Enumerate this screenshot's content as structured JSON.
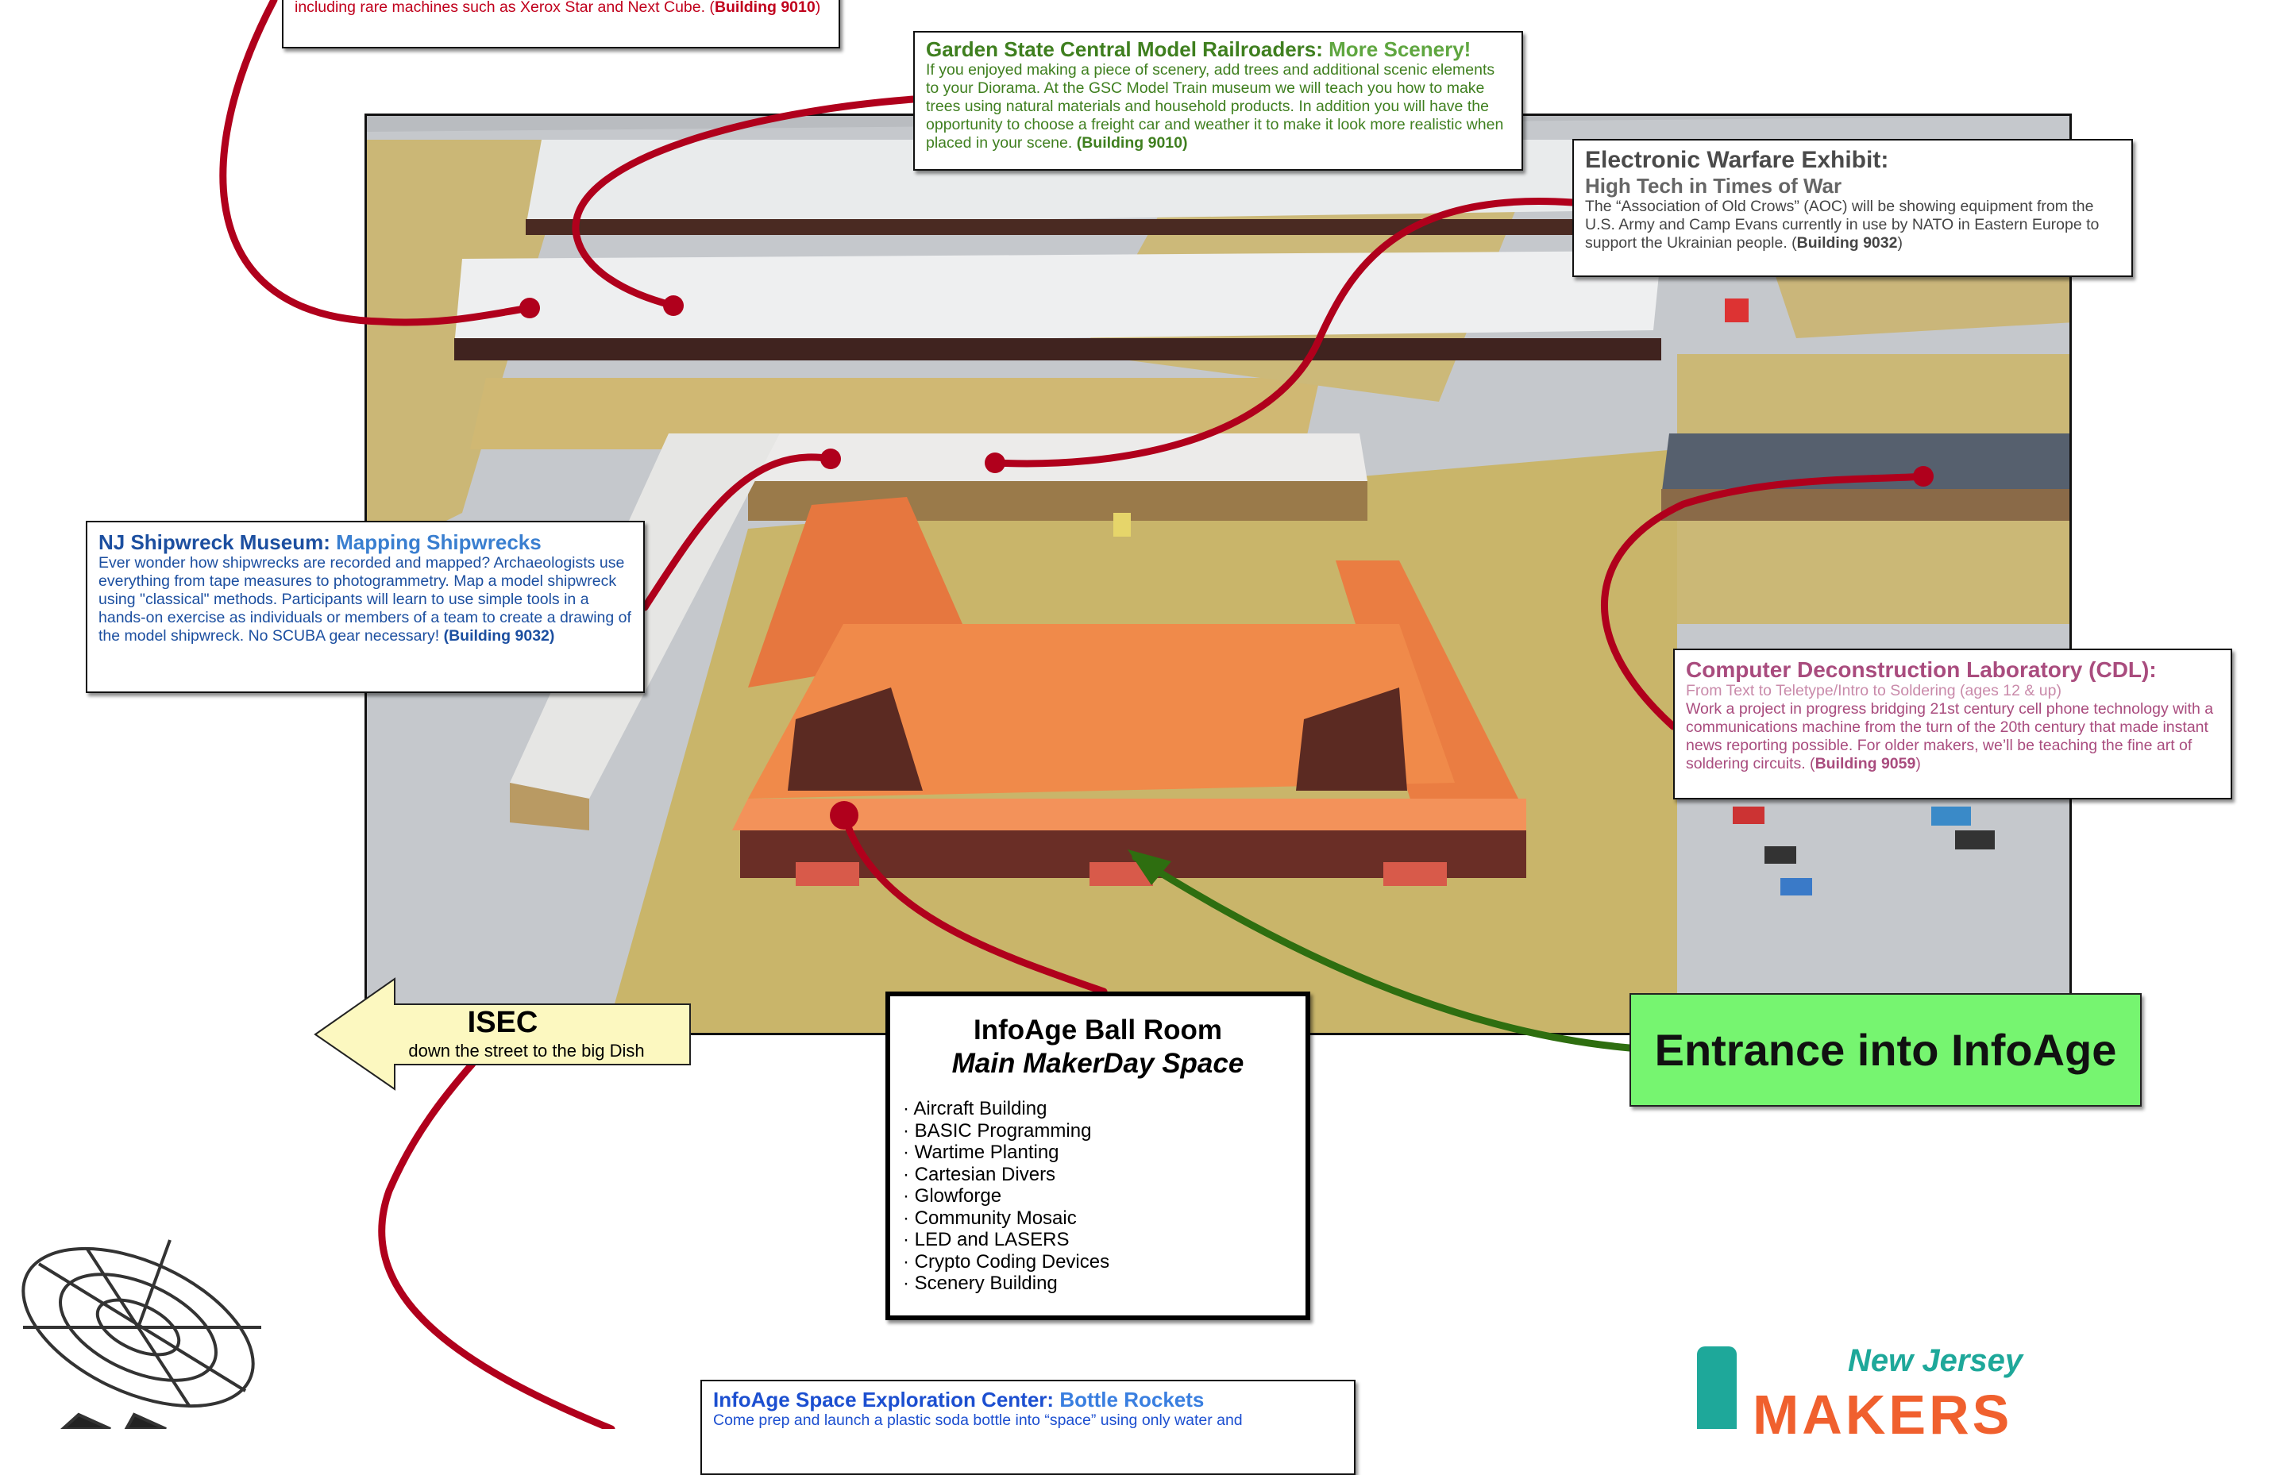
{
  "boxes": {
    "cdl_top": {
      "body_tail": "including rare machines such as Xerox Star and Next Cube. (",
      "building": "Building 9010",
      "close": ")"
    },
    "garden": {
      "title": "Garden State Central Model Railroaders:",
      "subtitle": "More Scenery!",
      "body": "If you enjoyed making a piece of scenery, add trees and additional scenic elements to your Diorama.  At the GSC Model Train museum we will teach you how to make trees using natural materials and household products.  In addition you will have the opportunity to choose a freight car and weather it to make it look more realistic when placed in your scene. ",
      "building": "(Building 9010)"
    },
    "warfare": {
      "title": "Electronic Warfare Exhibit:",
      "subtitle": "High Tech in Times of War",
      "body": "The “Association of Old Crows” (AOC) will be showing equipment from the U.S. Army and Camp Evans currently in use by NATO in Eastern Europe to support the Ukrainian people. (",
      "building": "Building 9032",
      "close": ")"
    },
    "shipwreck": {
      "title": "NJ Shipwreck Museum:",
      "subtitle": "Mapping Shipwrecks",
      "body": "Ever wonder how shipwrecks are recorded and mapped? Archaeologists use everything from tape measures to photogrammetry. Map a model shipwreck using \"classical\" methods. Participants will learn to use simple tools in a hands-on exercise as individuals or members of a team to create a drawing of the model shipwreck. No SCUBA gear necessary! ",
      "building": "(Building 9032)"
    },
    "cdl": {
      "title": "Computer Deconstruction Laboratory (CDL):",
      "subtitle": "From Text to Teletype/Intro to Soldering (ages 12 & up)",
      "body": "Work a project in progress bridging 21st century cell phone technology with a communications machine from the turn of the 20th century that made instant news reporting possible. For older makers, we’ll be teaching the fine art of soldering circuits. (",
      "building": "Building 9059",
      "close": ")"
    },
    "space": {
      "title": "InfoAge Space Exploration Center:",
      "subtitle": "Bottle Rockets",
      "body": "Come prep and launch a plastic soda bottle into “space” using only water and"
    }
  },
  "ballroom": {
    "title": "InfoAge Ball Room",
    "subtitle": "Main MakerDay Space",
    "items": [
      "Aircraft Building",
      "BASIC Programming",
      "Wartime Planting",
      "Cartesian Divers",
      "Glowforge",
      "Community Mosaic",
      "LED and LASERS",
      "Crypto Coding Devices",
      "Scenery Building"
    ]
  },
  "isec": {
    "title": "ISEC",
    "subtitle": "down the street to the big Dish"
  },
  "entrance": {
    "label": "Entrance into InfoAge"
  },
  "logo": {
    "line1": "New Jersey",
    "line2": "MAKERS"
  },
  "colors": {
    "red": "#c0001c",
    "green": "#3f7f1f",
    "blue": "#1c4fa0",
    "magenta": "#a94c7e",
    "entrance": "#76f570"
  }
}
